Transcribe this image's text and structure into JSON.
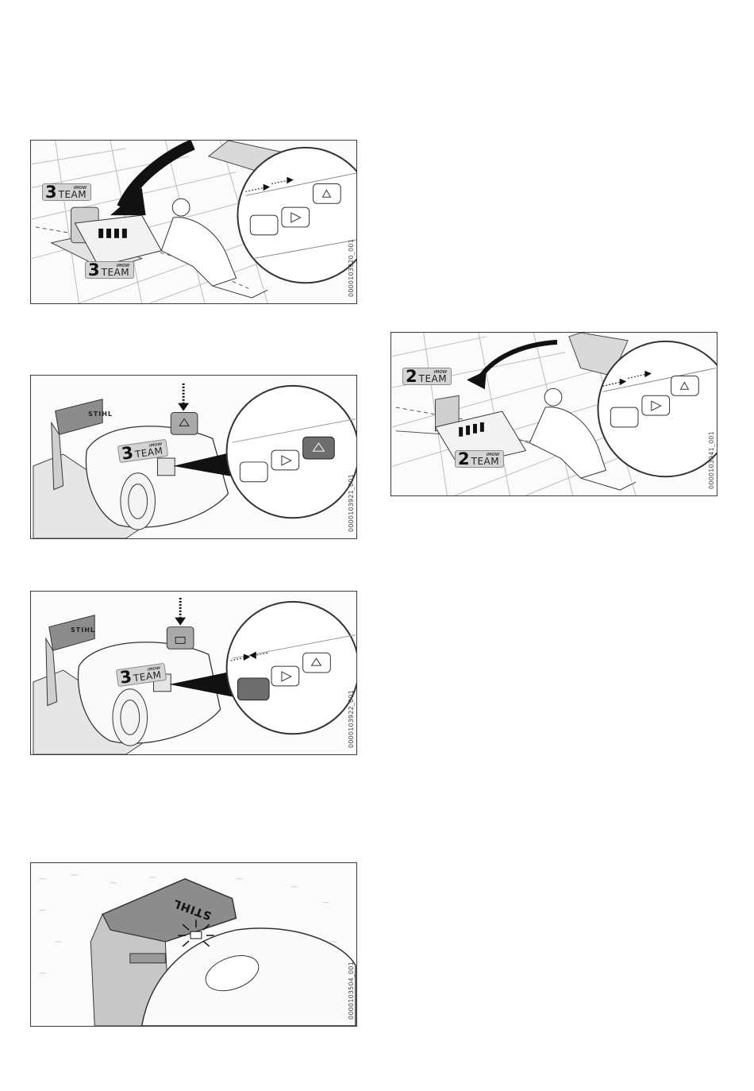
{
  "figures": [
    {
      "code": "0000103920_001",
      "badges": [
        {
          "number": "3",
          "brand": "iMOW",
          "team": "TEAM"
        },
        {
          "number": "3",
          "brand": "iMOW",
          "team": "TEAM"
        }
      ]
    },
    {
      "code": "0000103921_001",
      "badges": [
        {
          "number": "3",
          "brand": "iMOW",
          "team": "TEAM"
        }
      ]
    },
    {
      "code": "0000103922_001",
      "badges": [
        {
          "number": "3",
          "brand": "iMOW",
          "team": "TEAM"
        }
      ]
    },
    {
      "code": "0000103504_001",
      "logo": "STIHL"
    },
    {
      "code": "0000103941_001",
      "badges": [
        {
          "number": "2",
          "brand": "iMOW",
          "team": "TEAM"
        },
        {
          "number": "2",
          "brand": "iMOW",
          "team": "TEAM"
        }
      ]
    }
  ],
  "icons": [
    "home-button-icon",
    "start-button-icon",
    "unlock-button-icon",
    "press-arrow-icon",
    "led-indicator-icon"
  ],
  "colors": {
    "line": "#3a3a3a",
    "button_active": "#6e6e6e",
    "docking_station": "#8c8c8c",
    "background": "#ffffff"
  }
}
